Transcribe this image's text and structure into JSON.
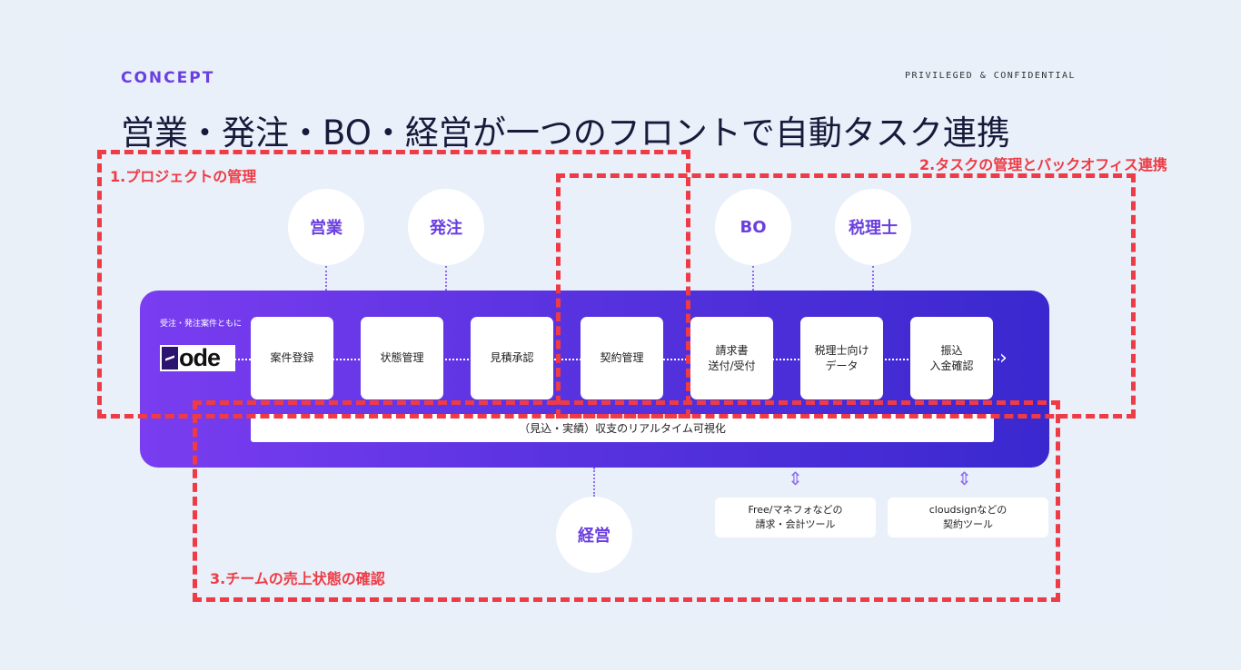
{
  "header": {
    "section": "CONCEPT",
    "confidential": "PRIVILEGED & CONFIDENTIAL",
    "title": "営業・発注・BO・経営が一つのフロントで自動タスク連携"
  },
  "circles": {
    "sales": "営業",
    "order": "発注",
    "bo": "BO",
    "tax": "税理士",
    "management": "経営"
  },
  "band": {
    "caption": "受注・発注案件ともに",
    "logo_text": "ode",
    "steps": [
      "案件登録",
      "状態管理",
      "見積承認",
      "契約管理",
      "請求書\n送付/受付",
      "税理士向け\nデータ",
      "振込\n入金確認"
    ],
    "bottom_bar": "（見込・実績）収支のリアルタイム可視化"
  },
  "tools": {
    "accounting": "Free/マネフォなどの\n請求・会計ツール",
    "contract": "cloudsignなどの\n契約ツール"
  },
  "zones": {
    "project": "1.プロジェクトの管理",
    "task_bo": "2.タスクの管理とバックオフィス連携",
    "sales_status": "3.チームの売上状態の確認"
  },
  "colors": {
    "accent": "#6a3fe0",
    "band_start": "#7a3df0",
    "band_end": "#3a28cf",
    "annotation_red": "#ee3b45"
  }
}
